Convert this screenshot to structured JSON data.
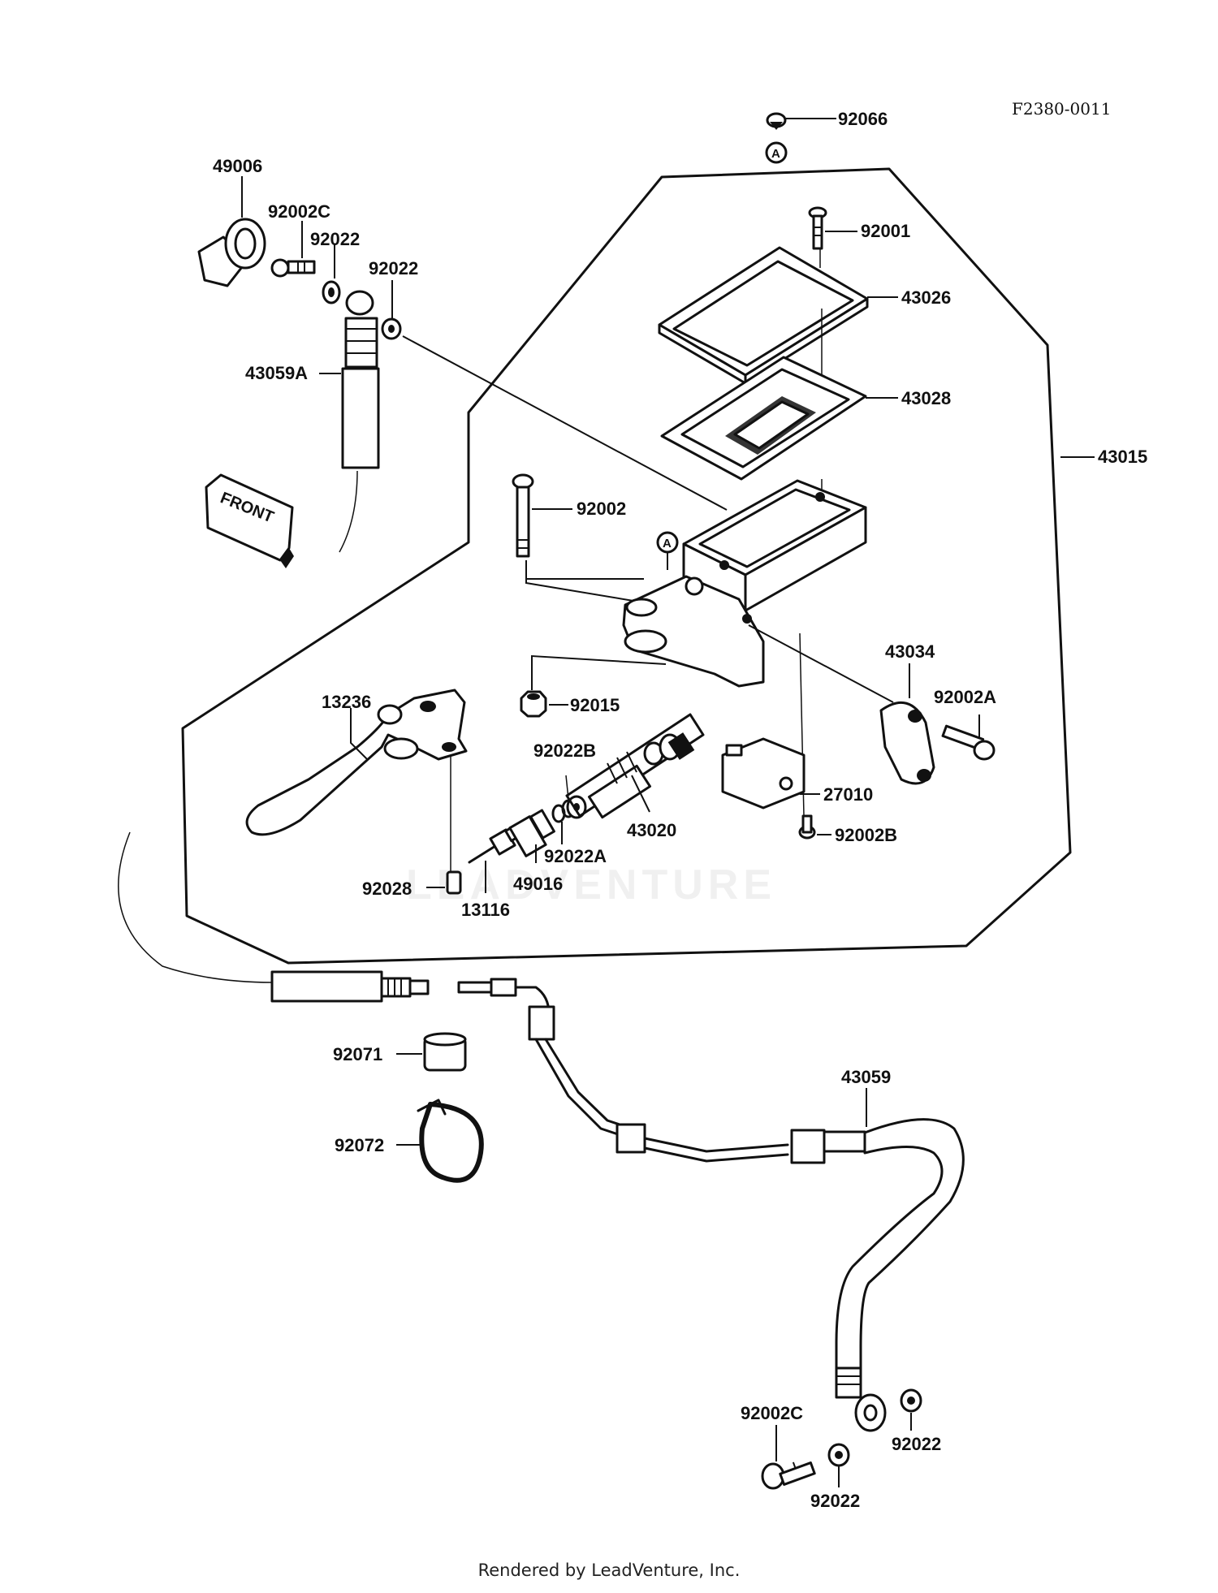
{
  "diagram_id": "F2380-0011",
  "footer": "Rendered by LeadVenture, Inc.",
  "watermark": "LEADVENTURE",
  "front_arrow_label": "FRONT",
  "ref_marker": "A",
  "assembly_label": "43015",
  "parts": {
    "p92066": "92066",
    "p49006": "49006",
    "p92002C_top": "92002C",
    "p92022_top1": "92022",
    "p92022_top2": "92022",
    "p43059A": "43059A",
    "p92001": "92001",
    "p43026": "43026",
    "p43028": "43028",
    "p92002": "92002",
    "p43034": "43034",
    "p92002A": "92002A",
    "p13236": "13236",
    "p92015": "92015",
    "p92022B": "92022B",
    "p43020": "43020",
    "p27010": "27010",
    "p92002B": "92002B",
    "p92022A": "92022A",
    "p49016": "49016",
    "p92028": "92028",
    "p13116": "13116",
    "p92071": "92071",
    "p92072": "92072",
    "p43059": "43059",
    "p92002C_bottom": "92002C",
    "p92022_bottom1": "92022",
    "p92022_bottom2": "92022"
  }
}
